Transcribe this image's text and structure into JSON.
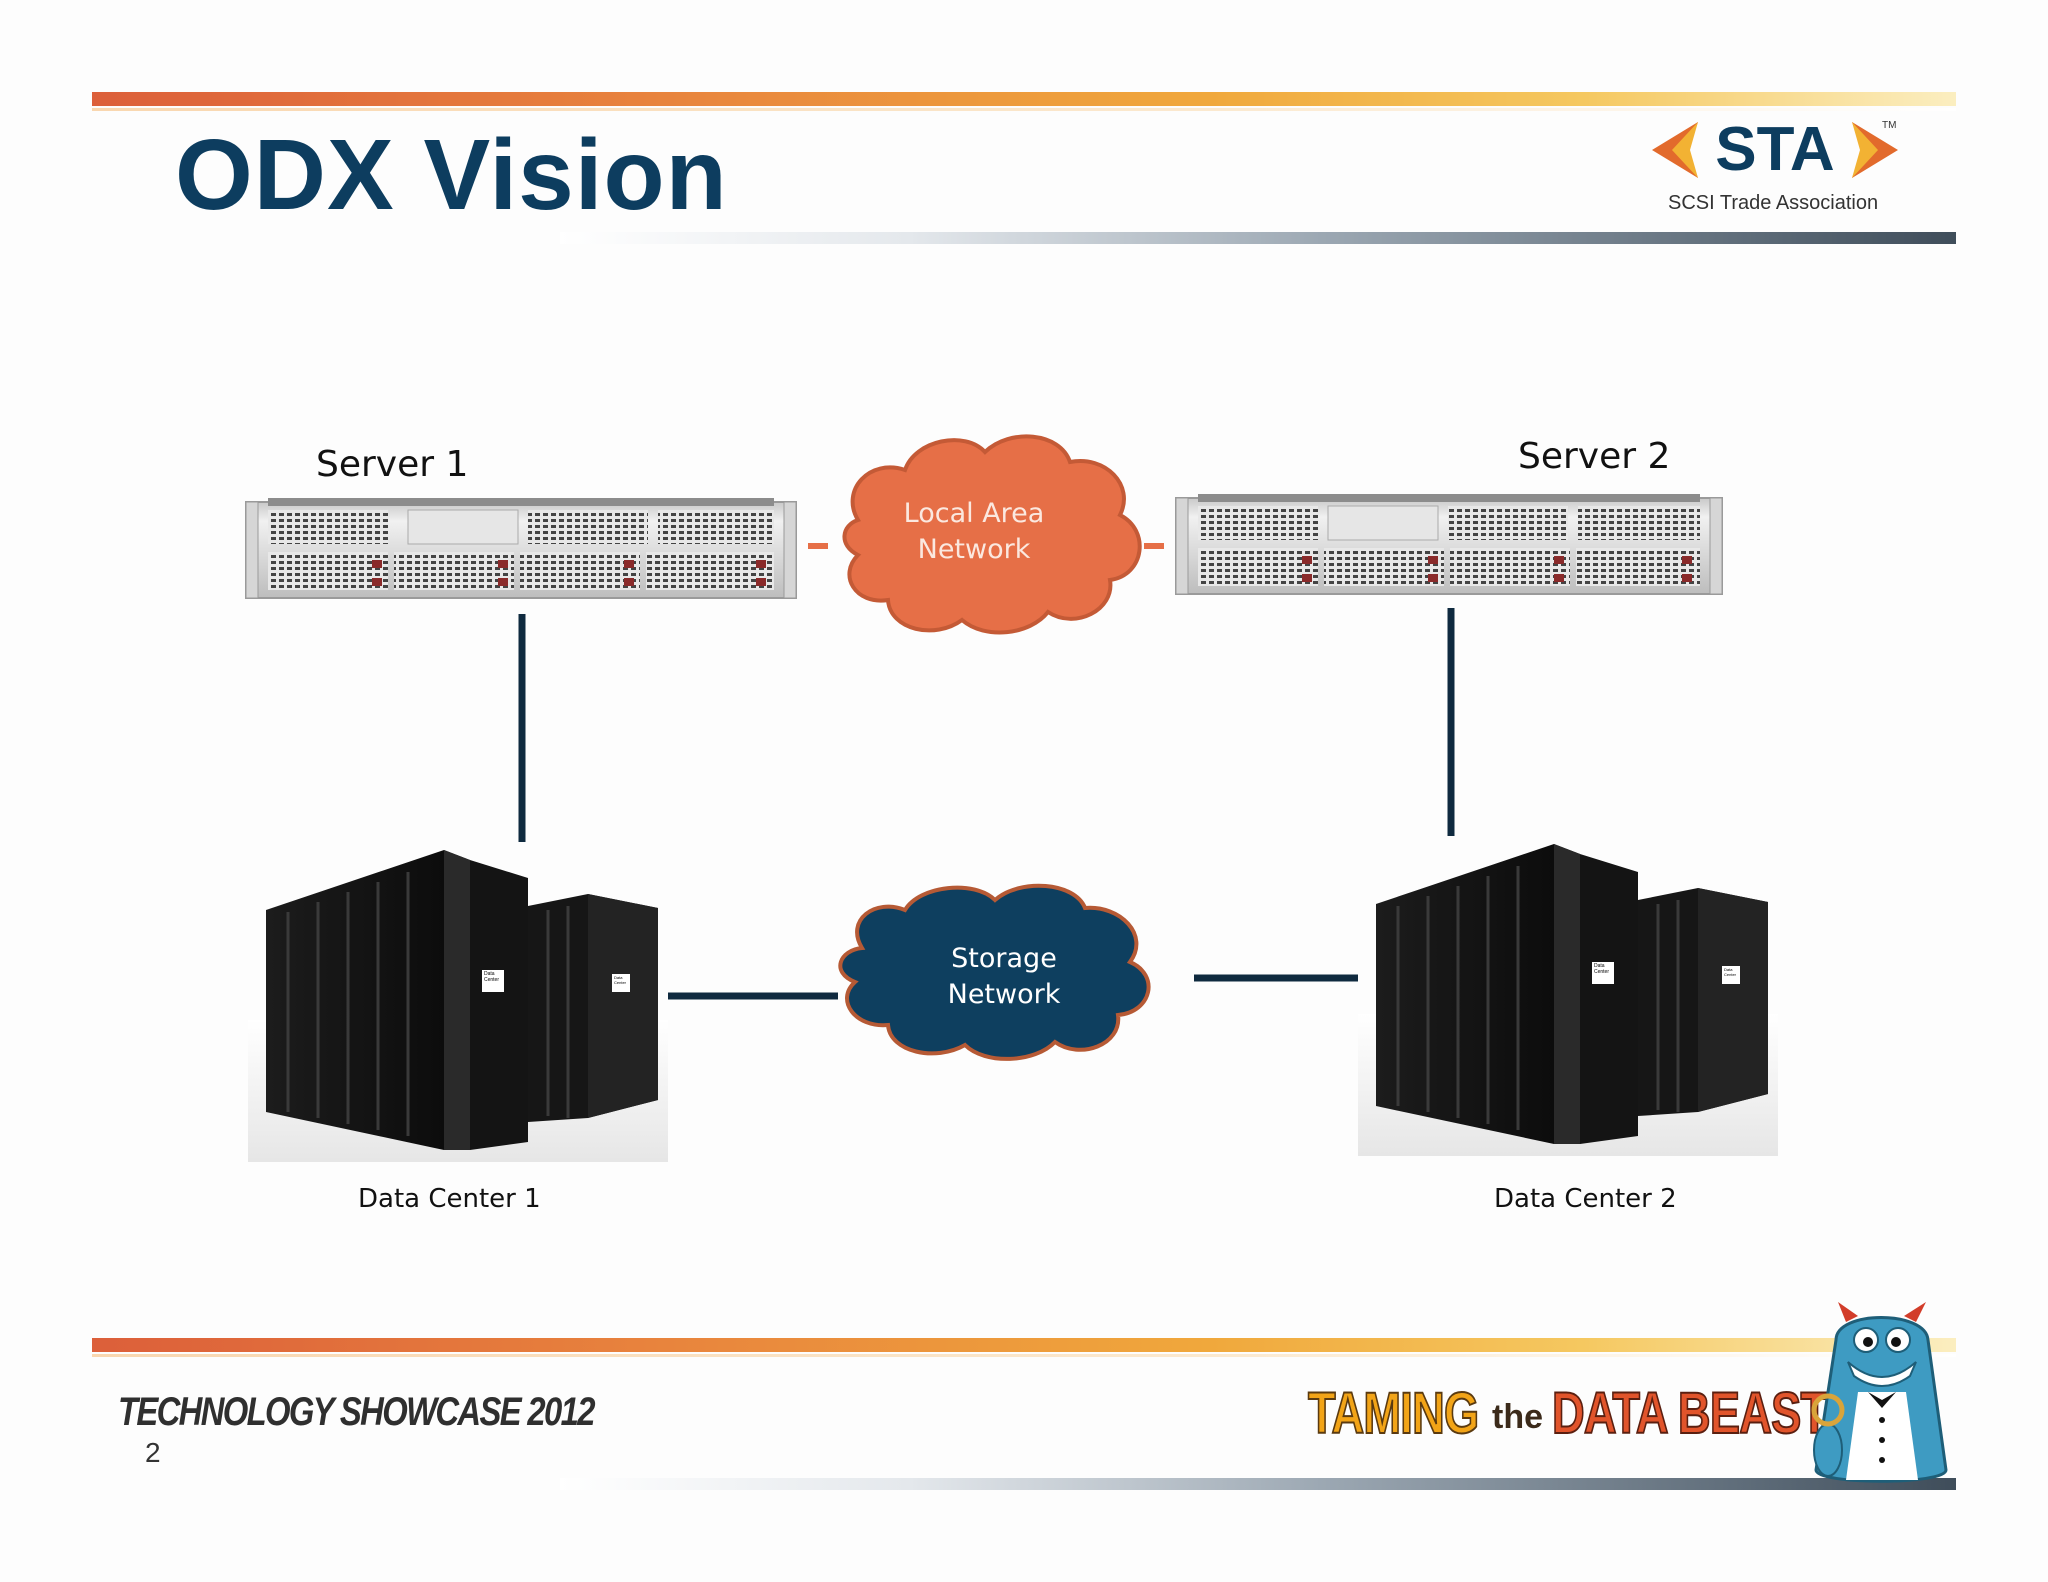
{
  "slide": {
    "title": "ODX Vision",
    "page_number": "2"
  },
  "logo": {
    "name": "STA",
    "tm": "TM",
    "caption": "SCSI Trade Association"
  },
  "diagram": {
    "server1_label": "Server 1",
    "server2_label": "Server 2",
    "lan_line1": "Local Area",
    "lan_line2": "Network",
    "san_line1": "Storage",
    "san_line2": "Network",
    "dc1_label": "Data Center 1",
    "dc2_label": "Data Center 2",
    "rack_tag": "Data Center"
  },
  "footer": {
    "showcase": "TECHNOLOGY SHOWCASE 2012",
    "beast_1": "TAMING",
    "beast_2": "the",
    "beast_3": "DATA BEAST"
  },
  "colors": {
    "title": "#0d3d5f",
    "lan_cloud": "#e66f47",
    "lan_cloud_stroke": "#c45a36",
    "san_cloud": "#0e3f5f",
    "san_cloud_stroke": "#b65a35",
    "connector": "#0f2a3f"
  }
}
